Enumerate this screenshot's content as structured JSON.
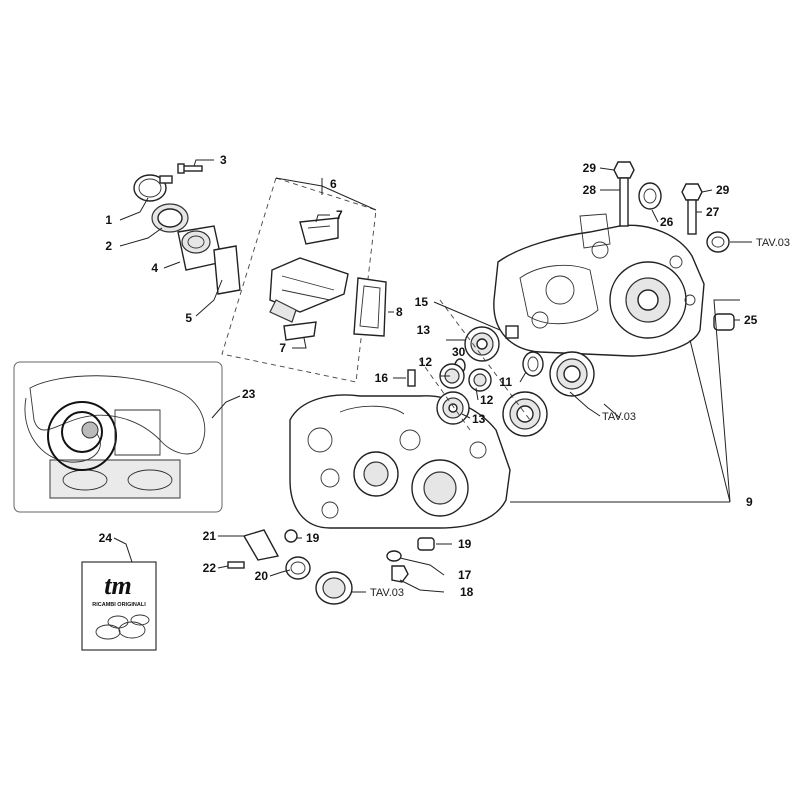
{
  "callouts": {
    "c1": "1",
    "c2": "2",
    "c3": "3",
    "c4": "4",
    "c5": "5",
    "c6": "6",
    "c7a": "7",
    "c7b": "7",
    "c8": "8",
    "c9": "9",
    "c11": "11",
    "c12a": "12",
    "c12b": "12",
    "c13a": "13",
    "c13b": "13",
    "c15": "15",
    "c16": "16",
    "c17": "17",
    "c18": "18",
    "c19a": "19",
    "c19b": "19",
    "c20": "20",
    "c21": "21",
    "c22": "22",
    "c23": "23",
    "c24": "24",
    "c25": "25",
    "c26": "26",
    "c27": "27",
    "c28": "28",
    "c29a": "29",
    "c29b": "29",
    "c30": "30"
  },
  "references": {
    "tav_top": "TAV.03",
    "tav_mid": "TAV.03",
    "tav_bottom": "TAV.03"
  },
  "kit_card": {
    "logo": "tm",
    "caption": "RICAMBI ORIGINALI"
  }
}
